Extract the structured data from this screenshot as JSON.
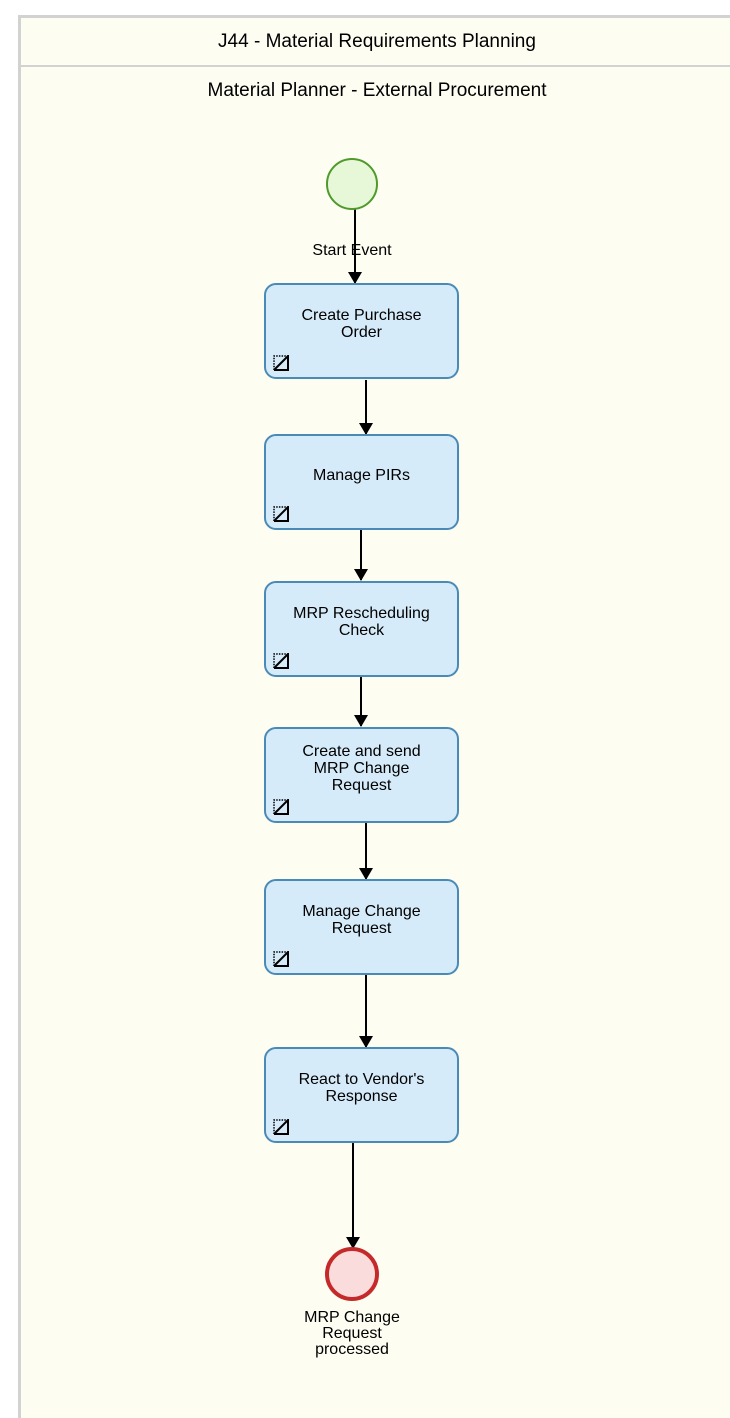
{
  "pool": {
    "title": "J44 - Material Requirements Planning"
  },
  "lane": {
    "title": "Material Planner - External Procurement"
  },
  "start_event": {
    "label": "Start Event",
    "color": "#e7f8d8",
    "stroke": "#4f9a2c"
  },
  "end_event": {
    "label": "MRP Change\nRequest\nprocessed",
    "color": "#fbdcdc",
    "stroke": "#c42a2a"
  },
  "tasks": [
    {
      "label": "Create Purchase Order",
      "icon": "subprocess-icon"
    },
    {
      "label": "Manage PIRs",
      "icon": "subprocess-icon"
    },
    {
      "label": "MRP Rescheduling Check",
      "icon": "subprocess-icon"
    },
    {
      "label": "Create and send MRP Change Request",
      "icon": "subprocess-icon"
    },
    {
      "label": "Manage Change Request",
      "icon": "subprocess-icon"
    },
    {
      "label": "React to Vendor's Response",
      "icon": "subprocess-icon"
    }
  ],
  "colors": {
    "task_fill": "#d6ebf9",
    "task_stroke": "#4a8ab7",
    "pool_fill": "#fdfdf2"
  }
}
